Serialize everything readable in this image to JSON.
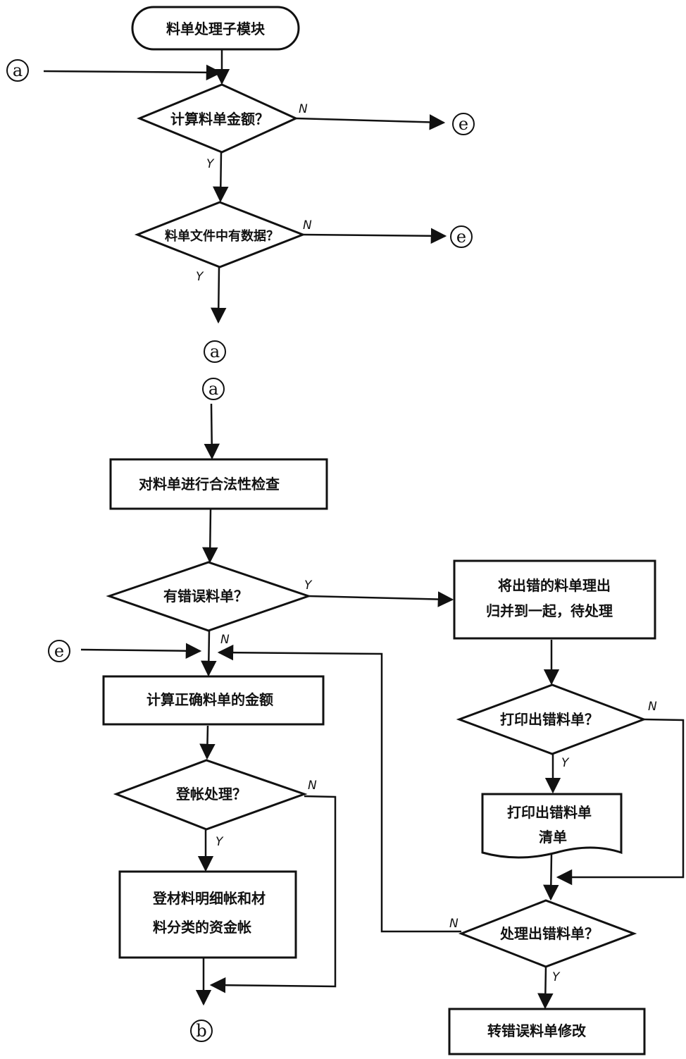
{
  "flowchart": {
    "start": "料单处理子模块",
    "connectors": {
      "a": "a",
      "b": "b",
      "e": "e"
    },
    "yes": "Y",
    "no": "N",
    "decisions": {
      "calc_amount": "计算料单金额？",
      "file_has_data": "料单文件中有数据？",
      "has_errors": "有错误料单？",
      "posting": "登帐处理？",
      "print_errors": "打印出错料单？",
      "handle_errors": "处理出错料单？"
    },
    "processes": {
      "validity_check": "对料单进行合法性检查",
      "compute_correct": "计算正确料单的金额",
      "post_ledgers_line1": "登材料明细帐和材",
      "post_ledgers_line2": "料分类的资金帐",
      "collect_errors_line1": "将出错的料单理出",
      "collect_errors_line2": "归并到一起，待处理",
      "modify": "转错误料单修改"
    },
    "document": {
      "line1": "打印出错料单",
      "line2": "清单"
    }
  }
}
